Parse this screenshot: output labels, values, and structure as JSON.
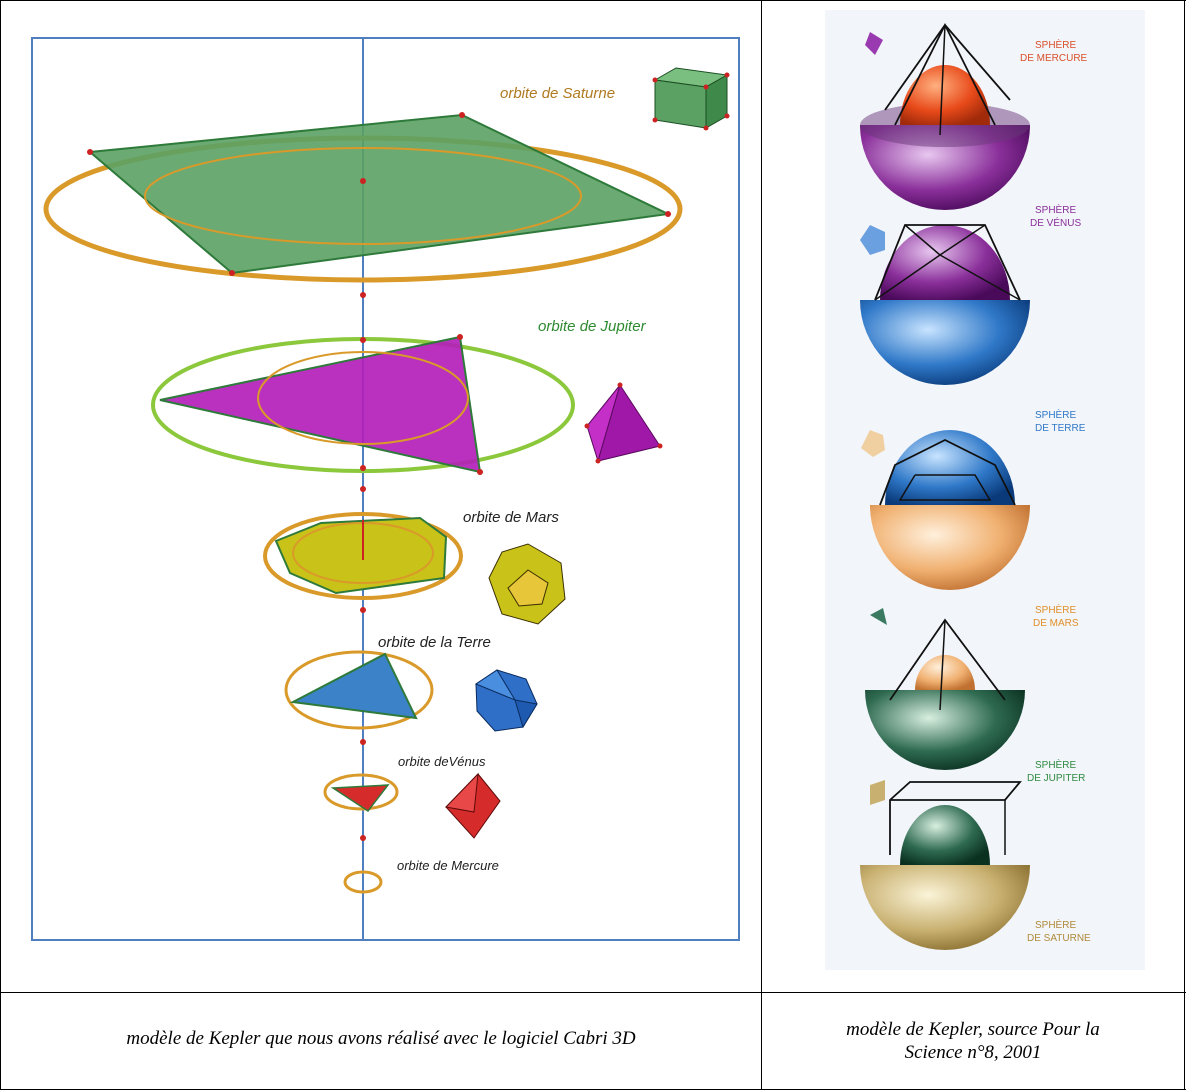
{
  "left_panel": {
    "orbit_labels": [
      "orbite de Saturne",
      "orbite de Jupiter",
      "orbite de Mars",
      "orbite de la Terre",
      "orbite deVénus",
      "orbite de Mercure"
    ]
  },
  "right_panel": {
    "sphere_labels": [
      {
        "line1": "SPHÈRE",
        "line2": "DE MERCURE",
        "color": "#d8502a"
      },
      {
        "line1": "SPHÈRE",
        "line2": "DE VÉNUS",
        "color": "#8a2f9a"
      },
      {
        "line1": "SPHÈRE",
        "line2": "DE TERRE",
        "color": "#2f78c8"
      },
      {
        "line1": "SPHÈRE",
        "line2": "DE MARS",
        "color": "#e0902a"
      },
      {
        "line1": "SPHÈRE",
        "line2": "DE JUPITER",
        "color": "#2e8a40"
      },
      {
        "line1": "SPHÈRE",
        "line2": "DE SATURNE",
        "color": "#b08a3a"
      }
    ]
  },
  "captions": {
    "left": "modèle de Kepler que nous avons réalisé avec le logiciel Cabri 3D",
    "right_line1": "modèle de Kepler, source Pour la",
    "right_line2": "Science n°8, 2001"
  }
}
